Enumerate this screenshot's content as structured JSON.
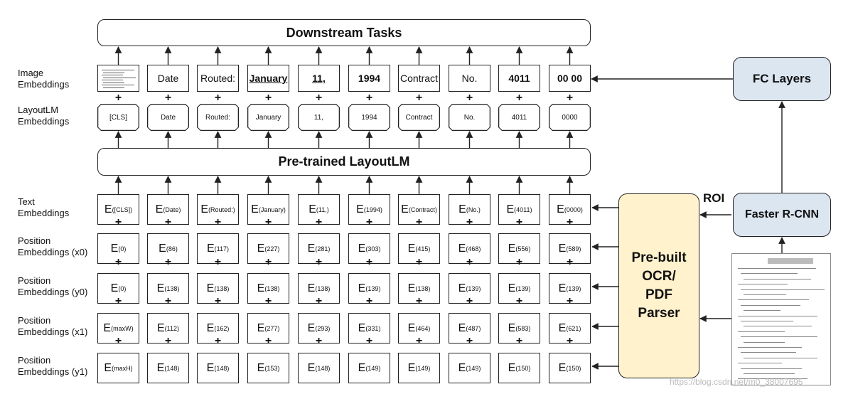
{
  "title": "",
  "top_bar": {
    "label": "Downstream Tasks"
  },
  "middle_bar": {
    "label": "Pre-trained LayoutLM"
  },
  "row_labels": {
    "image": [
      "Image",
      "Embeddings"
    ],
    "layoutlm": [
      "LayoutLM",
      "Embeddings"
    ],
    "text": [
      "Text",
      "Embeddings"
    ],
    "x0": [
      "Position",
      "Embeddings (x0)"
    ],
    "y0": [
      "Position",
      "Embeddings (y0)"
    ],
    "x1": [
      "Position",
      "Embeddings (x1)"
    ],
    "y1": [
      "Position",
      "Embeddings (y1)"
    ]
  },
  "image_tokens": [
    "",
    "Date",
    "Routed:",
    "January",
    "11,",
    "1994",
    "Contract",
    "No.",
    "4011",
    "00 00"
  ],
  "layoutlm_tokens": [
    "[CLS]",
    "Date",
    "Routed:",
    "January",
    "11,",
    "1994",
    "Contract",
    "No.",
    "4011",
    "0000"
  ],
  "embedding_prefix": "E",
  "text_subs": [
    "([CLS])",
    "(Date)",
    "(Routed:)",
    "(January)",
    "(11,)",
    "(1994)",
    "(Contract)",
    "(No.)",
    "(4011)",
    "(0000)"
  ],
  "x0_subs": [
    "(0)",
    "(86)",
    "(117)",
    "(227)",
    "(281)",
    "(303)",
    "(415)",
    "(468)",
    "(556)",
    "(589)"
  ],
  "y0_subs": [
    "(0)",
    "(138)",
    "(138)",
    "(138)",
    "(138)",
    "(139)",
    "(138)",
    "(139)",
    "(139)",
    "(139)"
  ],
  "x1_subs": [
    "(maxW)",
    "(112)",
    "(162)",
    "(277)",
    "(293)",
    "(331)",
    "(464)",
    "(487)",
    "(583)",
    "(621)"
  ],
  "y1_subs": [
    "(maxH)",
    "(148)",
    "(148)",
    "(153)",
    "(148)",
    "(149)",
    "(149)",
    "(149)",
    "(150)",
    "(150)"
  ],
  "plus_symbol": "+",
  "right_panel": {
    "fc_layers": "FC Layers",
    "faster_rcnn": "Faster R-CNN",
    "roi_label": "ROI",
    "parser_lines": [
      "Pre-built",
      "OCR/",
      "PDF",
      "Parser"
    ]
  },
  "watermark": "https://blog.csdn.net/m0_38007695",
  "colors": {
    "blue_box": "#dce6f1",
    "yellow_box": "#fff2cc",
    "border": "#222222"
  }
}
